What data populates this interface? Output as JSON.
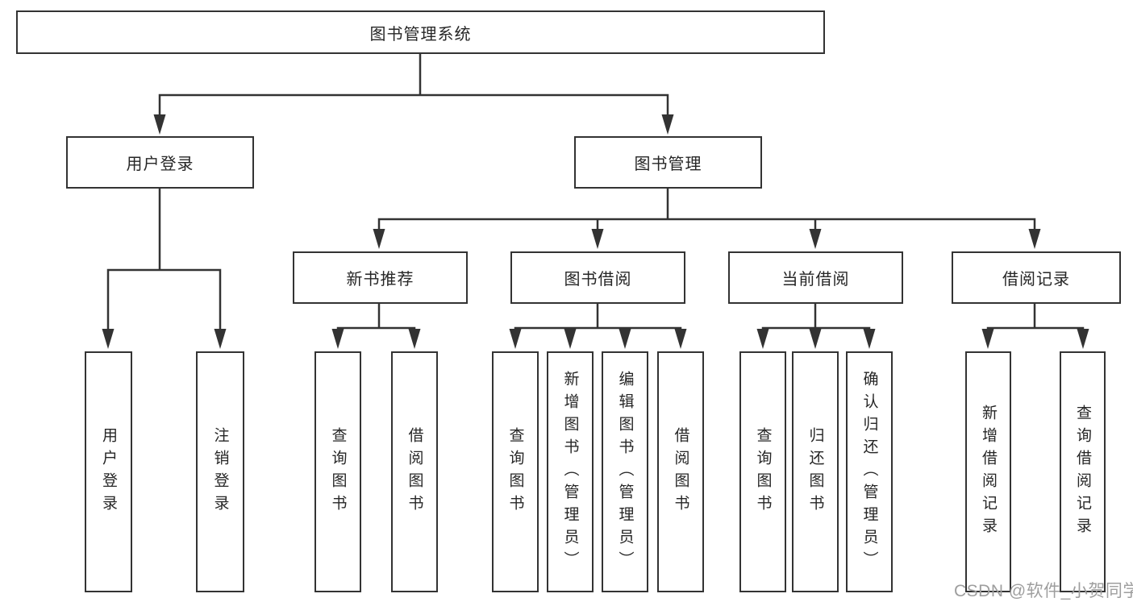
{
  "diagram_title": "图书管理系统",
  "colors": {
    "line": "#333333",
    "text": "#262626",
    "box_fill": "#ffffff",
    "watermark": "#9e9e9e",
    "background": "#ffffff"
  },
  "watermark": {
    "text": "CSDN @软件_小贺同学"
  },
  "tree": {
    "root": {
      "label": "图书管理系统",
      "children": [
        {
          "label": "用户登录",
          "children": [
            {
              "label": "用户登录"
            },
            {
              "label": "注销登录"
            }
          ]
        },
        {
          "label": "图书管理",
          "children": [
            {
              "label": "新书推荐",
              "children": [
                {
                  "label": "查询图书"
                },
                {
                  "label": "借阅图书"
                }
              ]
            },
            {
              "label": "图书借阅",
              "children": [
                {
                  "label": "查询图书"
                },
                {
                  "label": "新增图书（管理员）"
                },
                {
                  "label": "编辑图书（管理员）"
                },
                {
                  "label": "借阅图书"
                }
              ]
            },
            {
              "label": "当前借阅",
              "children": [
                {
                  "label": "查询图书"
                },
                {
                  "label": "归还图书"
                },
                {
                  "label": "确认归还（管理员）"
                }
              ]
            },
            {
              "label": "借阅记录",
              "children": [
                {
                  "label": "新增借阅记录"
                },
                {
                  "label": "查询借阅记录"
                }
              ]
            }
          ]
        }
      ]
    }
  }
}
